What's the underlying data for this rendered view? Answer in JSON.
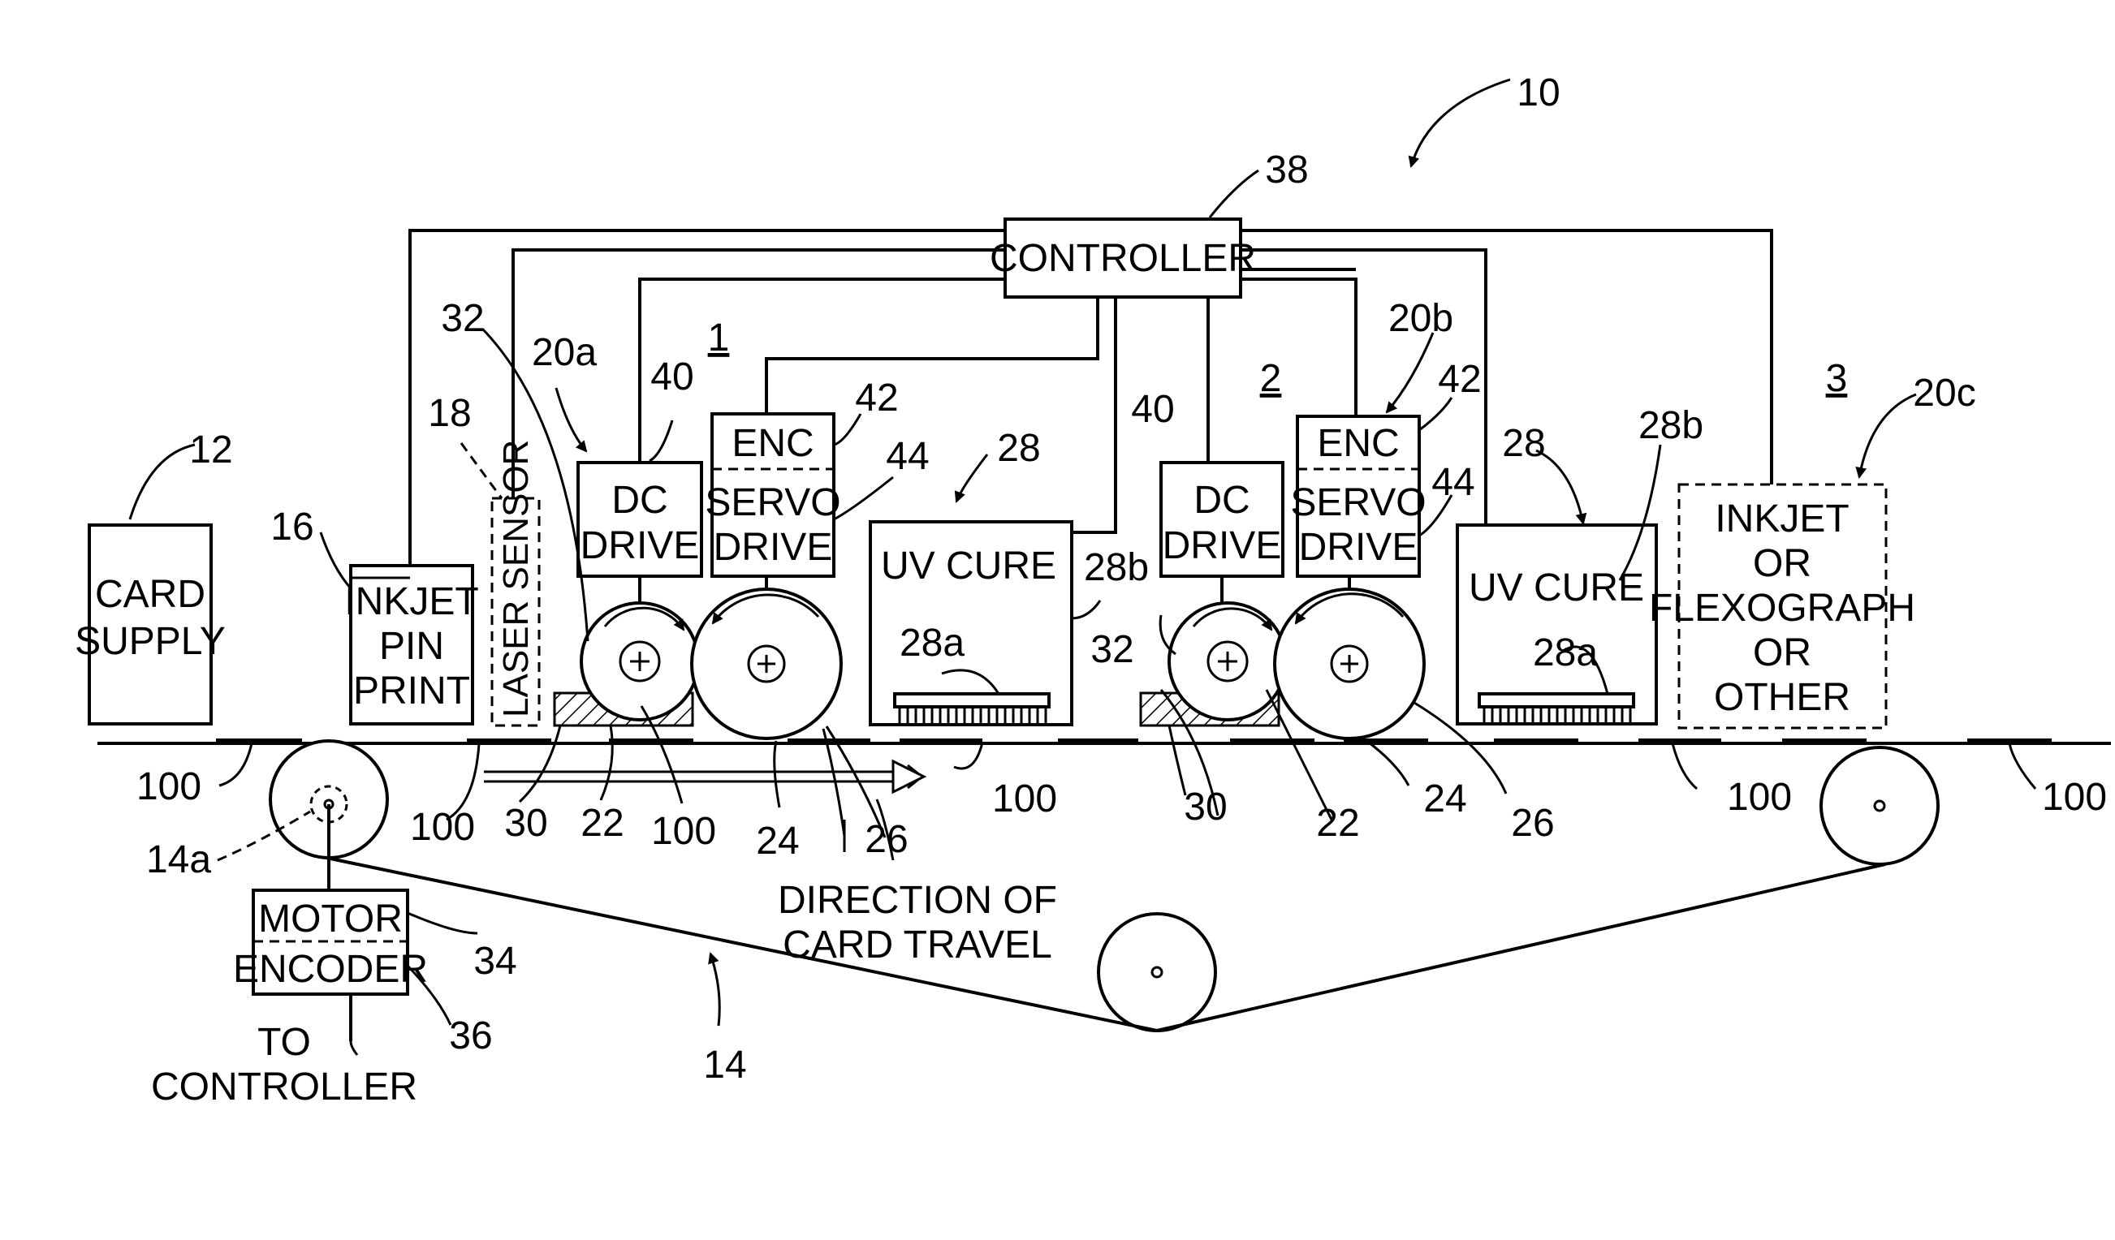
{
  "boxes": {
    "controller": "CONTROLLER",
    "card_supply": [
      "CARD",
      "SUPPLY"
    ],
    "inkjet_pin_print": [
      "INKJET",
      "PIN",
      "PRINT"
    ],
    "laser_sensor": "LASER SENSOR",
    "dc_drive": [
      "DC",
      "DRIVE"
    ],
    "enc": "ENC",
    "servo_drive": [
      "SERVO",
      "DRIVE"
    ],
    "uv_cure": "UV CURE",
    "alt_printer": [
      "INKJET",
      "OR",
      "FLEXOGRAPH",
      "OR",
      "OTHER"
    ],
    "motor": "MOTOR",
    "encoder": "ENCODER"
  },
  "labels": {
    "direction": [
      "DIRECTION OF",
      "CARD TRAVEL"
    ],
    "to_controller": [
      "TO",
      "CONTROLLER"
    ]
  },
  "refs": {
    "system": "10",
    "card_supply": "12",
    "belt": "14",
    "belt_axis": "14a",
    "inkjet": "16",
    "laser": "18",
    "station_a": "20a",
    "station_b": "20b",
    "station_c": "20c",
    "drive_roller": "22",
    "print_roller": "24",
    "image_roller": "26",
    "uv_cure": "28",
    "uv_lamp": "28a",
    "uv_housing": "28b",
    "platen": "30",
    "sensor_32": "32",
    "motor": "34",
    "encoder": "36",
    "controller": "38",
    "dc_drive": "40",
    "enc": "42",
    "servo": "44",
    "card": "100",
    "stage_1": "1",
    "stage_2": "2",
    "stage_3": "3"
  }
}
